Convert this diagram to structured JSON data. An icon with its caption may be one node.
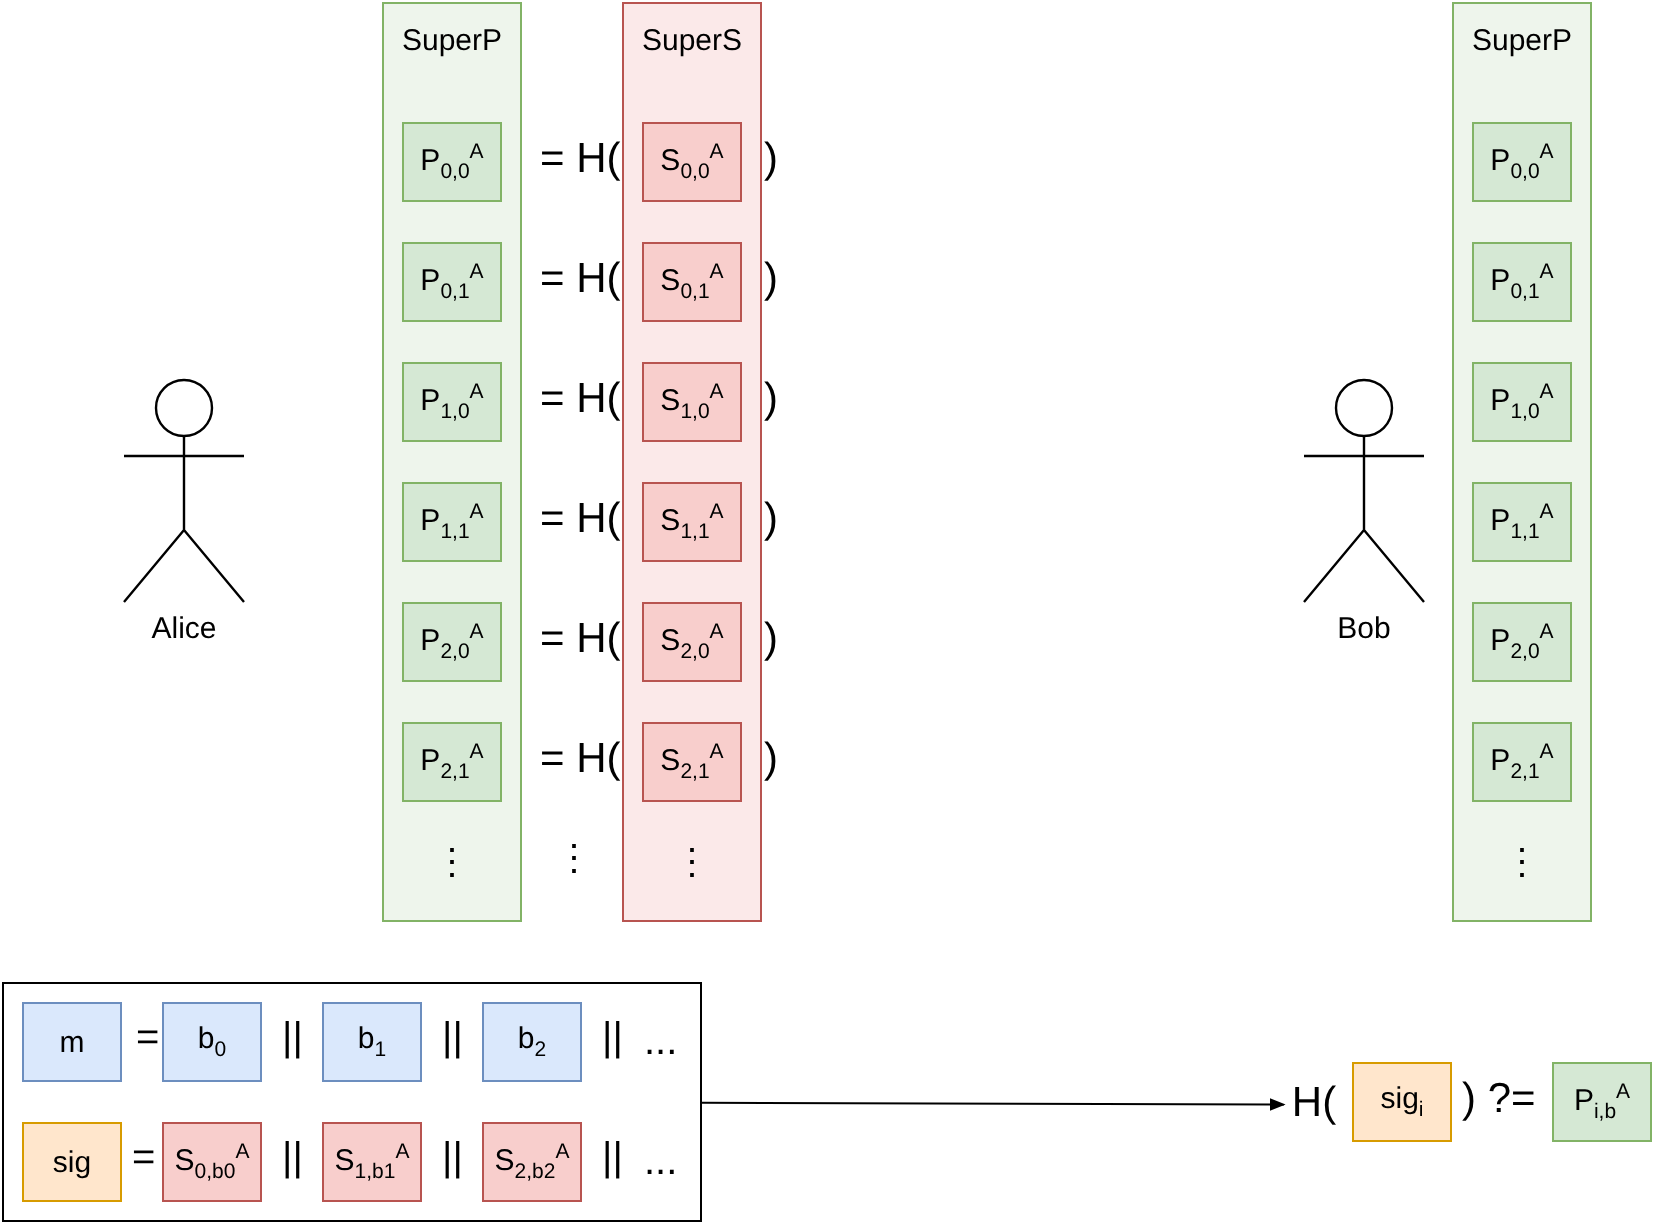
{
  "diagram": {
    "nodes": [
      {
        "text": [
          "SuperP",
          "⋮"
        ]
      },
      {
        "text": [
          "P$_{0,0}$$^{A}$"
        ],
        "in": 0
      },
      {
        "text": [
          "P$_{0,1}$$^{A}$"
        ],
        "in": 0
      },
      {
        "text": [
          "P$_{1,0}$$^{A}$"
        ],
        "in": 0
      },
      {
        "text": [
          "P$_{1,1}$$^{A}$"
        ],
        "in": 0
      },
      {
        "text": [
          "P$_{2,0}$$^{A}$"
        ],
        "in": 0
      },
      {
        "text": [
          "P$_{2,1}$$^{A}$"
        ],
        "in": 0
      },
      {
        "text": [
          "SuperS",
          "⋮"
        ]
      },
      {
        "text": [
          "S$_{0,0}$$^{A}$"
        ],
        "in": 7
      },
      {
        "text": [
          "S$_{0,1}$$^{A}$"
        ],
        "in": 7
      },
      {
        "text": [
          "S$_{1,0}$$^{A}$"
        ],
        "in": 7
      },
      {
        "text": [
          "S$_{1,1}$$^{A}$"
        ],
        "in": 7
      },
      {
        "text": [
          "S$_{2,0}$$^{A}$"
        ],
        "in": 7
      },
      {
        "text": [
          "S$_{2,1}$$^{A}$"
        ],
        "in": 7
      },
      {
        "text": [],
        "shape": "person",
        "beside": [
          "Alice"
        ]
      },
      {
        "text": [],
        "shape": "person",
        "beside": [
          "Bob"
        ]
      },
      {
        "text": [
          "SuperP",
          "⋮"
        ]
      },
      {
        "text": [
          "P$_{0,0}$$^{A}$"
        ],
        "in": 16
      },
      {
        "text": [
          "P$_{0,1}$$^{A}$"
        ],
        "in": 16
      },
      {
        "text": [
          "P$_{1,0}$$^{A}$"
        ],
        "in": 16
      },
      {
        "text": [
          "P$_{1,1}$$^{A}$"
        ],
        "in": 16
      },
      {
        "text": [
          "P$_{2,0}$$^{A}$"
        ],
        "in": 16
      },
      {
        "text": [
          "P$_{2,1}$$^{A}$"
        ],
        "in": 16
      },
      {
        "text": [],
        "shape": "box"
      },
      {
        "text": [
          "m"
        ],
        "in": 23
      },
      {
        "text": [
          "b$_{0}$"
        ],
        "in": 23
      },
      {
        "text": [
          "b$_{1}$"
        ],
        "in": 23
      },
      {
        "text": [
          "b$_{2}$"
        ],
        "in": 23
      },
      {
        "text": [
          "sig"
        ],
        "in": 23
      },
      {
        "text": [
          "S$_{0,b0}$$^{A}$"
        ],
        "in": 23
      },
      {
        "text": [
          "S$_{1,b1}$$^{A}$"
        ],
        "in": 23
      },
      {
        "text": [
          "S$_{2,b2}$$^{A}$"
        ],
        "in": 23
      },
      {
        "text": [
          "H("
        ]
      },
      {
        "text": [
          "sig$_{i}$"
        ]
      },
      {
        "text": [
          "P$_{i,b}$$^{A}$"
        ]
      }
    ],
    "edges": [
      {
        "from": 23,
        "to": 32,
        "arrow": "to"
      }
    ],
    "labels": [
      "= H(",
      ")",
      "= H(",
      ")",
      "= H(",
      ")",
      "= H(",
      ")",
      "= H(",
      ")",
      "= H(",
      ")",
      "⋮",
      "=",
      "||",
      "||",
      "||",
      "...",
      "=",
      "||",
      "||",
      "||",
      "...",
      ") ?="
    ]
  }
}
